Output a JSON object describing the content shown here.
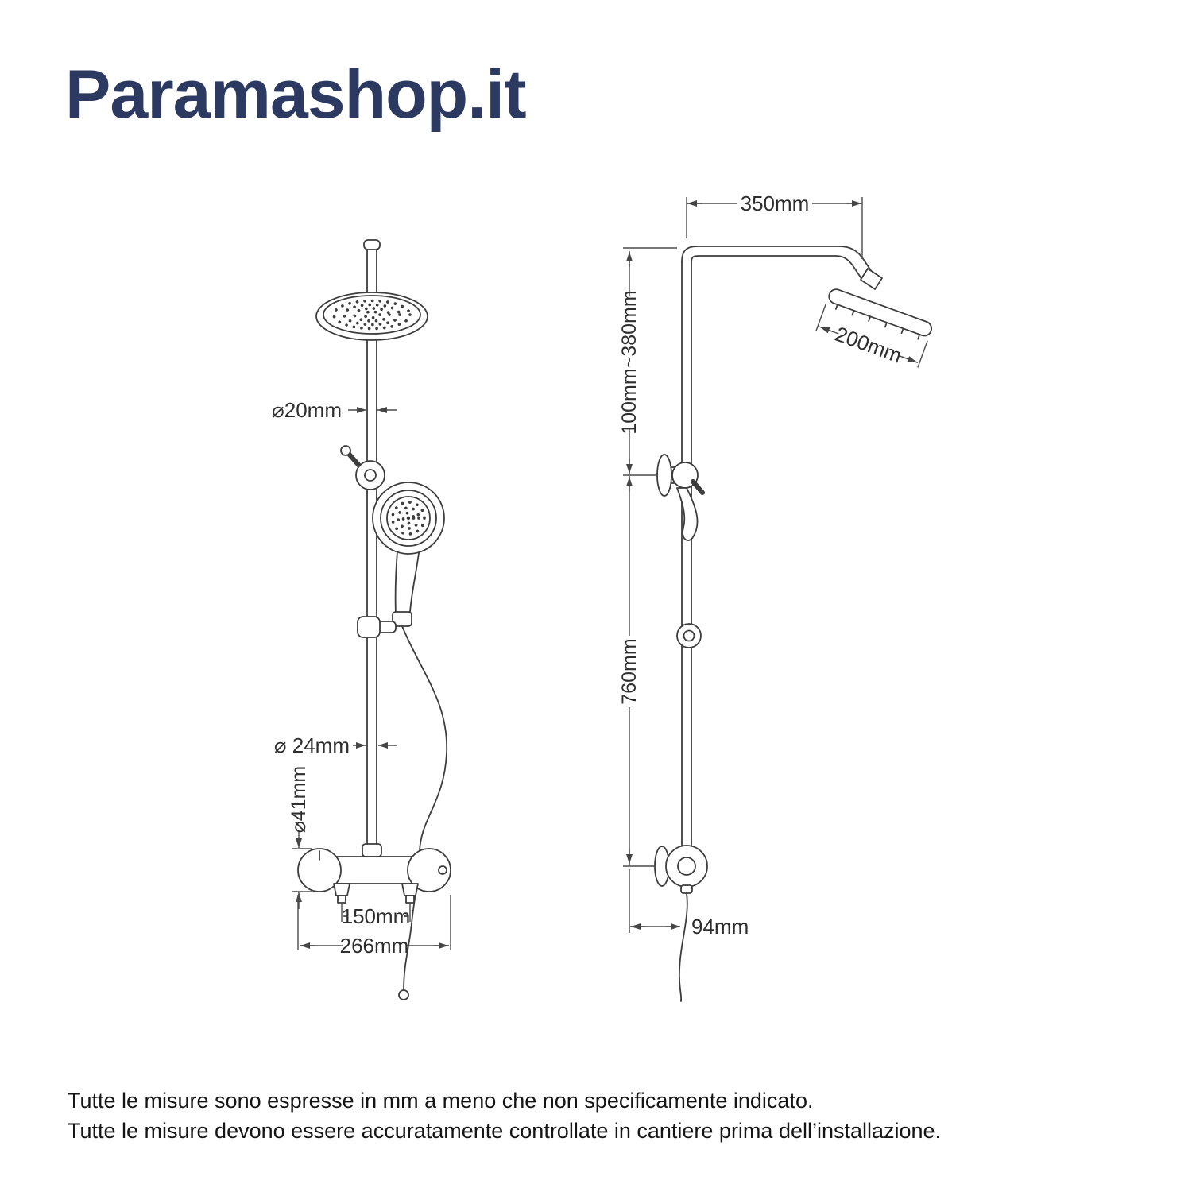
{
  "logo": {
    "text": "Paramashop.it",
    "color": "#2c3a62"
  },
  "front_view": {
    "dim_pipe_upper": "⌀20mm",
    "dim_pipe_lower": "⌀ 24mm",
    "dim_valve_diameter": "⌀41mm",
    "dim_inlet_spacing": "150mm",
    "dim_valve_width": "266mm"
  },
  "side_view": {
    "dim_arm_reach": "350mm",
    "dim_head_length": "200mm",
    "dim_upper_adjust": "100mm~380mm",
    "dim_bar_length": "760mm",
    "dim_wall_offset": "94mm"
  },
  "footer": {
    "line1": "Tutte le misure sono espresse in mm a meno che non specificamente indicato.",
    "line2": "Tutte le misure devono essere accuratamente controllate in cantiere prima dell’installazione."
  }
}
